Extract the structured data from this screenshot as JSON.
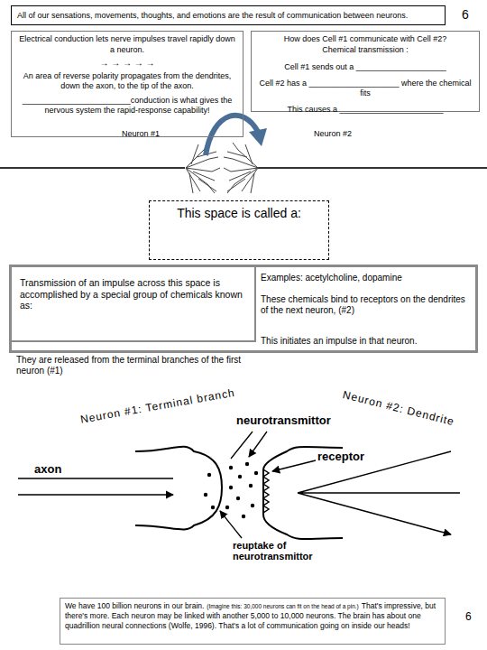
{
  "diagram": {
    "nodes": [
      {
        "text": [
          "All of our sensations, movements, thoughts, and emotions are the result of communication between neurons."
        ]
      },
      {
        "text": [
          "Electrical conduction lets nerve impulses travel rapidly down a neuron.",
          "→ → → → →",
          "An area of reverse polarity propagates from the dendrites, down the axon, to the tip of the axon.",
          "________________________conduction is what gives the nervous system the rapid-response capability!"
        ]
      },
      {
        "text": [
          "How does Cell #1 communicate with Cell #2?",
          "Chemical transmission :",
          "Cell #1 sends out a ____________________",
          "Cell #2 has a ____________________ where the chemical fits",
          "This causes a _______________________"
        ]
      },
      {
        "text": [
          "This space is called a:"
        ]
      },
      {
        "text": [
          "Examples: acetylcholine, dopamine",
          "These chemicals bind to receptors on the dendrites of the next neuron, (#2)",
          "This initiates an impulse in that neuron."
        ]
      },
      {
        "text": [
          "Transmission of an impulse across this space is accomplished by a special group of chemicals known as:"
        ],
        "in": 4
      },
      {
        "text": [
          "We have 100 billion neurons in our brain.",
          "(Imagine this: 30,000 neurons can fit on the head of a pin.)",
          "That's impressive, but there's more. Each neuron may be linked with another 5,000 to 10,000 neurons. The brain has about one quadrillion neural connections (Wolfe, 1996). That's a lot of communication going on inside our heads!"
        ]
      }
    ],
    "labels": [
      "6",
      "Neuron #1",
      "Neuron #2",
      "They are released from the terminal branches of the first neuron (#1)",
      "Neuron #1: Terminal branch",
      "Neuron #2: Dendrite",
      "neurotransmittor",
      "receptor",
      "axon",
      "reuptake of neurotransmittor",
      "6"
    ]
  }
}
